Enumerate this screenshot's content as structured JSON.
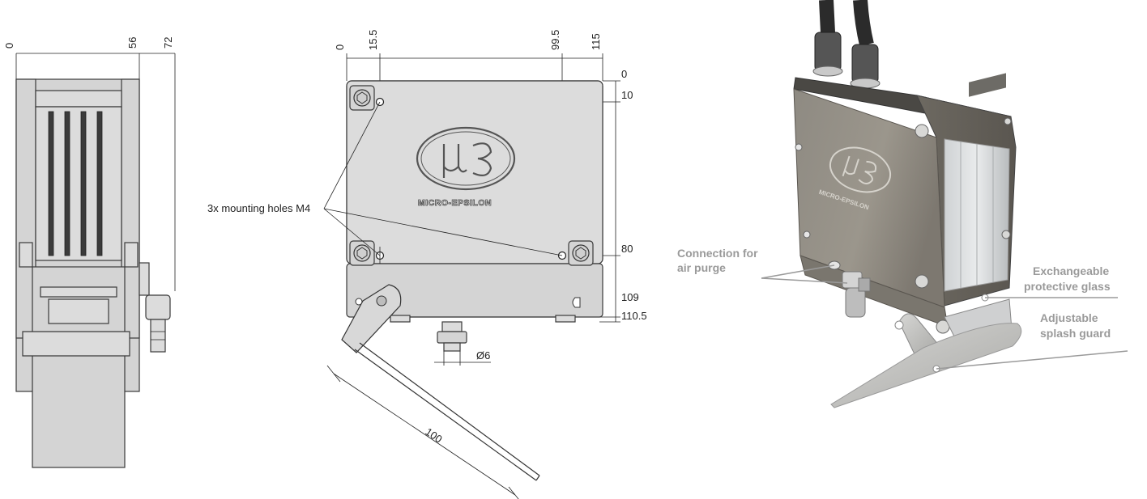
{
  "side_view": {
    "dims_top": [
      "0",
      "56",
      "72"
    ]
  },
  "front_view": {
    "dims_top": [
      "0",
      "15.5",
      "99.5",
      "115"
    ],
    "dims_right": [
      "0",
      "10",
      "80",
      "109",
      "110.5"
    ],
    "dim_fitting": "Ø6",
    "dim_guard": "100",
    "logo_text": "MICRO-EPSILON",
    "mounting_label": "3x mounting holes M4"
  },
  "photo_view": {
    "logo_text": "MICRO-EPSILON",
    "callouts": {
      "air_purge_line1": "Connection for",
      "air_purge_line2": "air purge",
      "glass_line1": "Exchangeable",
      "glass_line2": "protective glass",
      "splash_line1": "Adjustable",
      "splash_line2": "splash guard"
    }
  },
  "colors": {
    "drawing_fill": "#d4d4d4",
    "callout_text": "#9a9a9a",
    "photo_body": "#8f8a80"
  }
}
